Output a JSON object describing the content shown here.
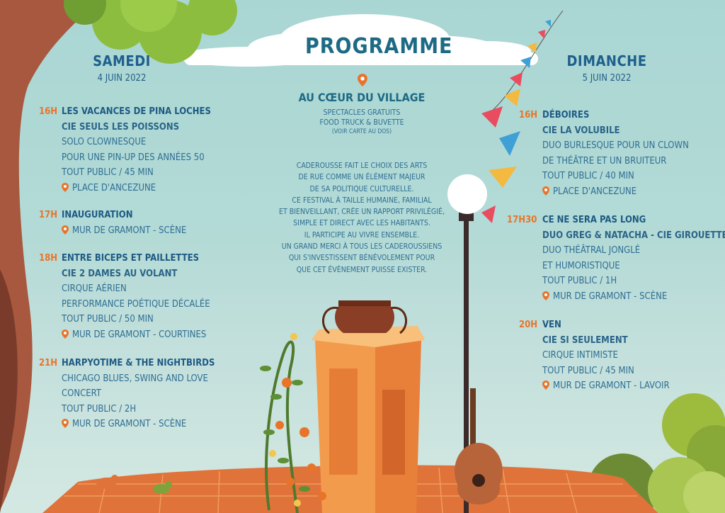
{
  "programme": {
    "title": "PROGRAMME"
  },
  "samedi": {
    "day": "SAMEDI",
    "date": "4 JUIN 2022",
    "events": [
      {
        "time": "16H",
        "title": "LES VACANCES DE PINA LOCHES",
        "company": "CIE SEULS LES POISSONS",
        "lines": [
          "SOLO CLOWNESQUE",
          "POUR UNE PIN-UP DES ANNÉES 50",
          "TOUT PUBLIC / 45 MIN"
        ],
        "location": "PLACE D'ANCEZUNE"
      },
      {
        "time": "17H",
        "title": "INAUGURATION",
        "location": "MUR DE GRAMONT - SCÈNE"
      },
      {
        "time": "18H",
        "title": "ENTRE BICEPS ET PAILLETTES",
        "company": "CIE 2 DAMES AU VOLANT",
        "lines": [
          "CIRQUE AÉRIEN",
          "PERFORMANCE POÉTIQUE DÉCALÉE",
          "TOUT PUBLIC / 50 MIN"
        ],
        "location": "MUR DE GRAMONT - COURTINES"
      },
      {
        "time": "21H",
        "title": "HARPYOTIME & THE NIGHTBIRDS",
        "lines": [
          "CHICAGO BLUES, SWING AND LOVE",
          "CONCERT",
          "TOUT PUBLIC / 2H"
        ],
        "location": "MUR DE GRAMONT - SCÈNE"
      }
    ]
  },
  "center": {
    "place": "AU CŒUR DU VILLAGE",
    "sub1": "SPECTACLES GRATUITS",
    "sub2": "FOOD TRUCK & BUVETTE",
    "note": "(VOIR CARTE AU DOS)",
    "paragraph": [
      "CADEROUSSE FAIT LE CHOIX DES ARTS",
      "DE RUE COMME UN ÉLÉMENT MAJEUR",
      "DE SA POLITIQUE CULTURELLE.",
      "CE FESTIVAL À TAILLE HUMAINE, FAMILIAL",
      "ET BIENVEILLANT, CRÉE UN RAPPORT PRIVILÉGIÉ,",
      "SIMPLE ET DIRECT AVEC LES HABITANTS.",
      "IL PARTICIPE AU VIVRE ENSEMBLE.",
      "UN GRAND MERCI À TOUS LES CADEROUSSIENS",
      "QUI S'INVESTISSENT BÉNÉVOLEMENT POUR",
      "QUE CET ÉVÈNEMENT PUISSE EXISTER."
    ]
  },
  "dimanche": {
    "day": "DIMANCHE",
    "date": "5 JUIN 2022",
    "events": [
      {
        "time": "16H",
        "title": "DÉBOIRES",
        "company": "CIE LA VOLUBILE",
        "lines": [
          "DUO BURLESQUE POUR UN CLOWN",
          "DE THÉÂTRE ET UN BRUITEUR",
          "TOUT PUBLIC / 40 MIN"
        ],
        "location": "PLACE D'ANCEZUNE"
      },
      {
        "time": "17H30",
        "title": "CE NE SERA PAS LONG",
        "company": "DUO GREG & NATACHA - CIE GIROUETTE",
        "lines": [
          "DUO THÉÂTRAL JONGLÉ",
          "ET HUMORISTIQUE",
          "TOUT PUBLIC / 1H"
        ],
        "location": "MUR DE GRAMONT - SCÈNE"
      },
      {
        "time": "20H",
        "title": "VEN",
        "company": "CIE SI SEULEMENT",
        "lines": [
          "CIRQUE INTIMISTE",
          "TOUT PUBLIC / 45 MIN"
        ],
        "location": "MUR DE GRAMONT - LAVOIR"
      }
    ]
  },
  "colors": {
    "time": "#e8742a",
    "text": "#1f5d86",
    "sky": "#b3dad6",
    "pin": "#e8742a"
  },
  "icons": [
    "location-pin-icon"
  ]
}
